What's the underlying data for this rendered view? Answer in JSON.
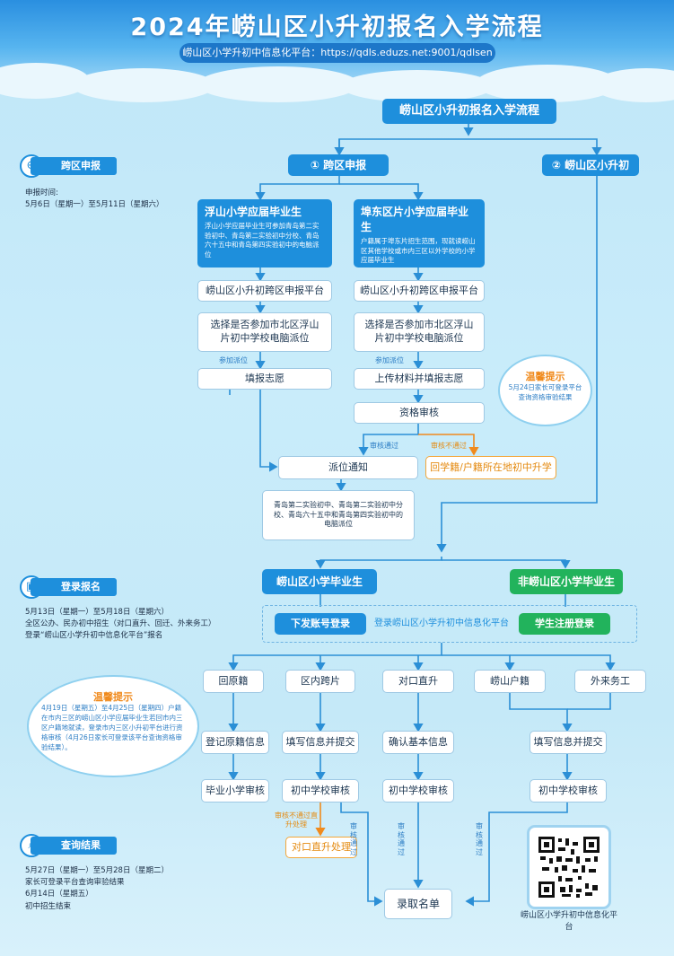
{
  "header": {
    "title": "2024年崂山区小升初报名入学流程",
    "platform_url": "崂山区小学升初中信息化平台：https://qdls.eduzs.net:9001/qdlsen"
  },
  "sections": {
    "cross": {
      "label": "跨区申报",
      "icon": "globe-hand-icon",
      "lines": [
        "申报时间:",
        "5月6日（星期一）至5月11日（星期六）"
      ]
    },
    "register": {
      "label": "登录报名",
      "icon": "computer-icon",
      "lines": [
        "5月13日（星期一）至5月18日（星期六）",
        "全区公办、民办初中招生（对口直升、回迁、外来务工）",
        "登录“崂山区小学升初中信息化平台”报名"
      ]
    },
    "query": {
      "label": "查询结果",
      "icon": "search-screen-icon",
      "lines": [
        "5月27日（星期一）至5月28日（星期二）",
        "家长可登录平台查询审验结果",
        "6月14日（星期五）",
        "初中招生结束"
      ]
    }
  },
  "flow": {
    "root": "崂山区小升初报名入学流程",
    "branch1": "① 跨区申报",
    "branch2": "② 崂山区小升初",
    "fushan": {
      "title": "浮山小学应届毕业生",
      "desc": "浮山小学应届毕业生可参加青岛第二实验初中、青岛第二实验初中分校、青岛六十五中和青岛第四实验初中的电脑派位"
    },
    "tongdong": {
      "title": "埠东区片小学应届毕业生",
      "desc": "户籍属于埠东片招生范围，现就读崂山区其他学校或市内三区以外学校的小学应届毕业生"
    },
    "platform_a": "崂山区小升初跨区申报平台",
    "platform_b": "崂山区小升初跨区申报平台",
    "choose_a": "选择是否参加市北区浮山片初中学校电脑派位",
    "choose_b": "选择是否参加市北区浮山片初中学校电脑派位",
    "join_a": "参加派位",
    "join_b": "参加派位",
    "fill_wish": "填报志愿",
    "upload": "上传材料并填报志愿",
    "qualify": "资格审核",
    "pass": "审核通过",
    "fail": "审核不通过",
    "return_school": "回学籍/户籍所在地初中升学",
    "notice": "派位通知",
    "notice_desc": "青岛第二实验初中、青岛第二实验初中分校、青岛六十五中和青岛第四实验初中的电脑派位",
    "warm1": {
      "title": "温馨提示",
      "body": "5月24日家长可登录平台查询资格审验结果"
    },
    "laoshan_grad": "崂山区小学毕业生",
    "non_laoshan_grad": "非崂山区小学毕业生",
    "issue_account": "下发账号登录",
    "login_platform": "登录崂山区小学升初中信息化平台",
    "student_register": "学生注册登录",
    "hui_yuanji": "回原籍",
    "district_cross": "区内跨片",
    "direct_up": "对口直升",
    "laoshan_huji": "崂山户籍",
    "migrant": "外来务工",
    "register_info": "登记原籍信息",
    "fill_submit_1": "填写信息并提交",
    "confirm_info": "确认基本信息",
    "fill_submit_2": "填写信息并提交",
    "grad_review": "毕业小学审核",
    "middle_review_1": "初中学校审核",
    "middle_review_2": "初中学校审核",
    "middle_review_3": "初中学校审核",
    "fail_direct": "审核不通过直升处理",
    "direct_handle": "对口直升处理",
    "pass_1": "审核通过",
    "pass_2": "审核通过",
    "pass_3": "审核通过",
    "admit": "录取名单",
    "warm2": {
      "title": "温馨提示",
      "body": "4月19日（星期五）至4月25日（星期四）户籍在市内三区的崂山区小学应届毕业生若回市内三区户籍地就读，登录市内三区小升初平台进行资格审核（4月26日家长可登录该平台查询资格审验结果）。"
    },
    "qr_caption": "崂山区小学升初中信息化平台"
  },
  "colors": {
    "primary": "#1e8fdc",
    "green": "#22b35c",
    "orange": "#f08a1c"
  }
}
